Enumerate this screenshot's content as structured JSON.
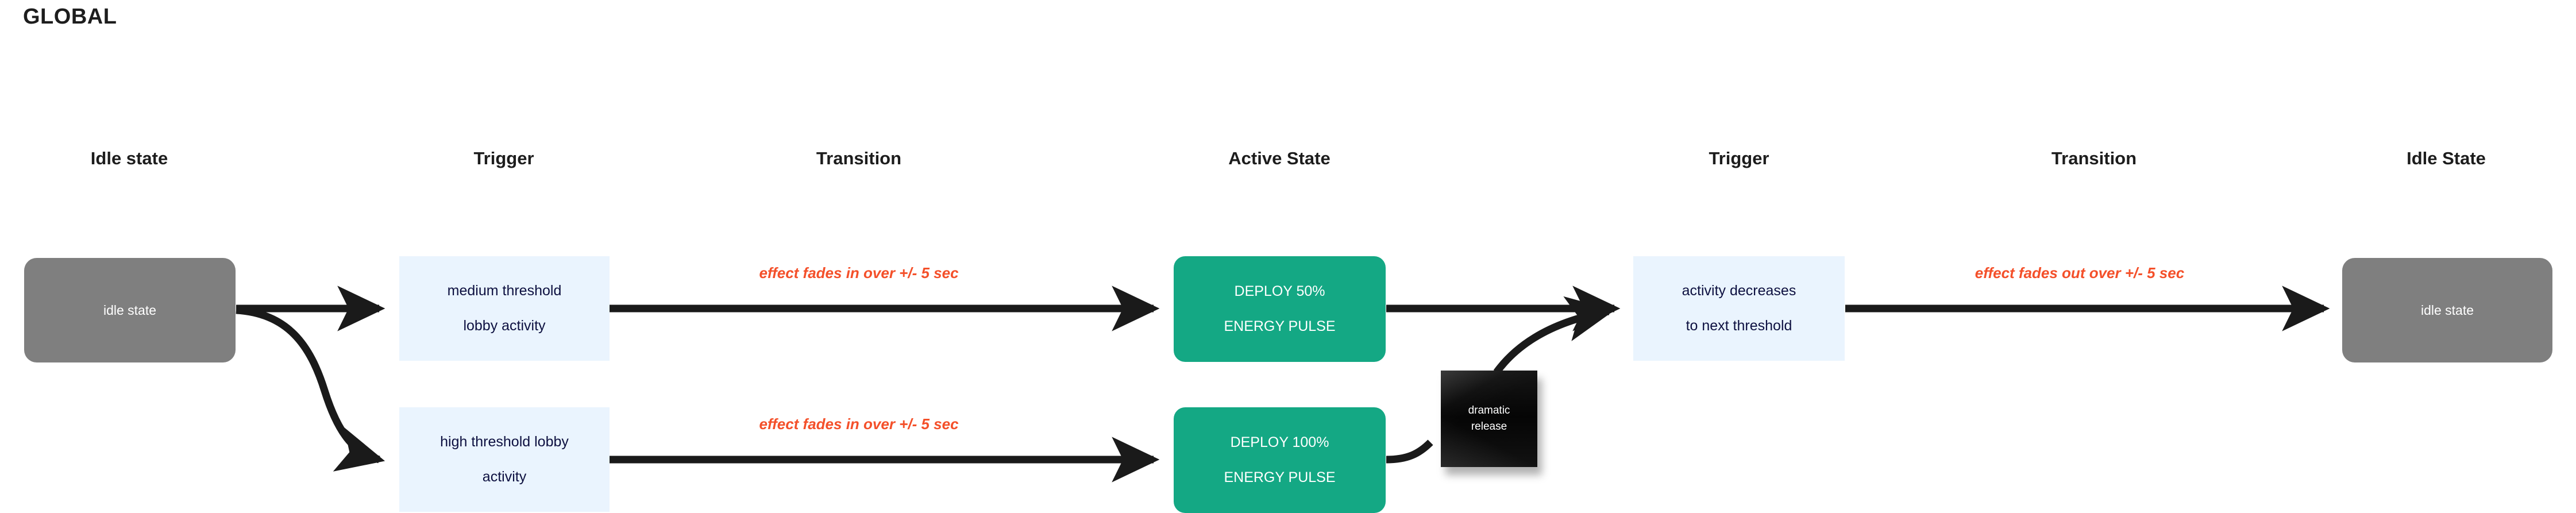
{
  "page": {
    "title": "GLOBAL",
    "background_color": "#ffffff"
  },
  "colors": {
    "idle_state_fill": "#7f7f7f",
    "trigger_fill": "#eaf4fe",
    "trigger_text": "#0d1040",
    "active_state_fill": "#14a884",
    "active_state_text": "#ffffff",
    "dramatic_release_fill": "#0a0a0a",
    "transition_label_text": "#f4502a",
    "arrow_stroke": "#1a1a1a",
    "heading_text": "#1d1d1d"
  },
  "columns": [
    {
      "label": "Idle state",
      "name": "col-idle-state-1"
    },
    {
      "label": "Trigger",
      "name": "col-trigger-1"
    },
    {
      "label": "Transition",
      "name": "col-transition-1"
    },
    {
      "label": "Active State",
      "name": "col-active-state"
    },
    {
      "label": "Trigger",
      "name": "col-trigger-2"
    },
    {
      "label": "Transition",
      "name": "col-transition-2"
    },
    {
      "label": "Idle State",
      "name": "col-idle-state-2"
    }
  ],
  "nodes": {
    "idle_start": {
      "label": "idle state",
      "type": "idle-state"
    },
    "trigger_medium": {
      "line1": "medium threshold",
      "line2": "lobby activity",
      "type": "trigger"
    },
    "trigger_high": {
      "line1": "high threshold lobby",
      "line2": "activity",
      "type": "trigger"
    },
    "active_50": {
      "line1": "DEPLOY 50%",
      "line2": "ENERGY PULSE",
      "type": "active-state"
    },
    "active_100": {
      "line1": "DEPLOY 100%",
      "line2": "ENERGY PULSE",
      "type": "active-state"
    },
    "dramatic_release": {
      "line1": "dramatic",
      "line2": "release",
      "type": "event"
    },
    "trigger_decrease": {
      "line1": "activity decreases",
      "line2": "to next threshold",
      "type": "trigger"
    },
    "idle_end": {
      "label": "idle state",
      "type": "idle-state"
    }
  },
  "transitions": [
    {
      "label": "effect fades in over +/- 5 sec",
      "name": "transition-label-fade-in-medium"
    },
    {
      "label": "effect fades in over +/- 5 sec",
      "name": "transition-label-fade-in-high"
    },
    {
      "label": "effect fades out over +/- 5 sec",
      "name": "transition-label-fade-out"
    }
  ]
}
